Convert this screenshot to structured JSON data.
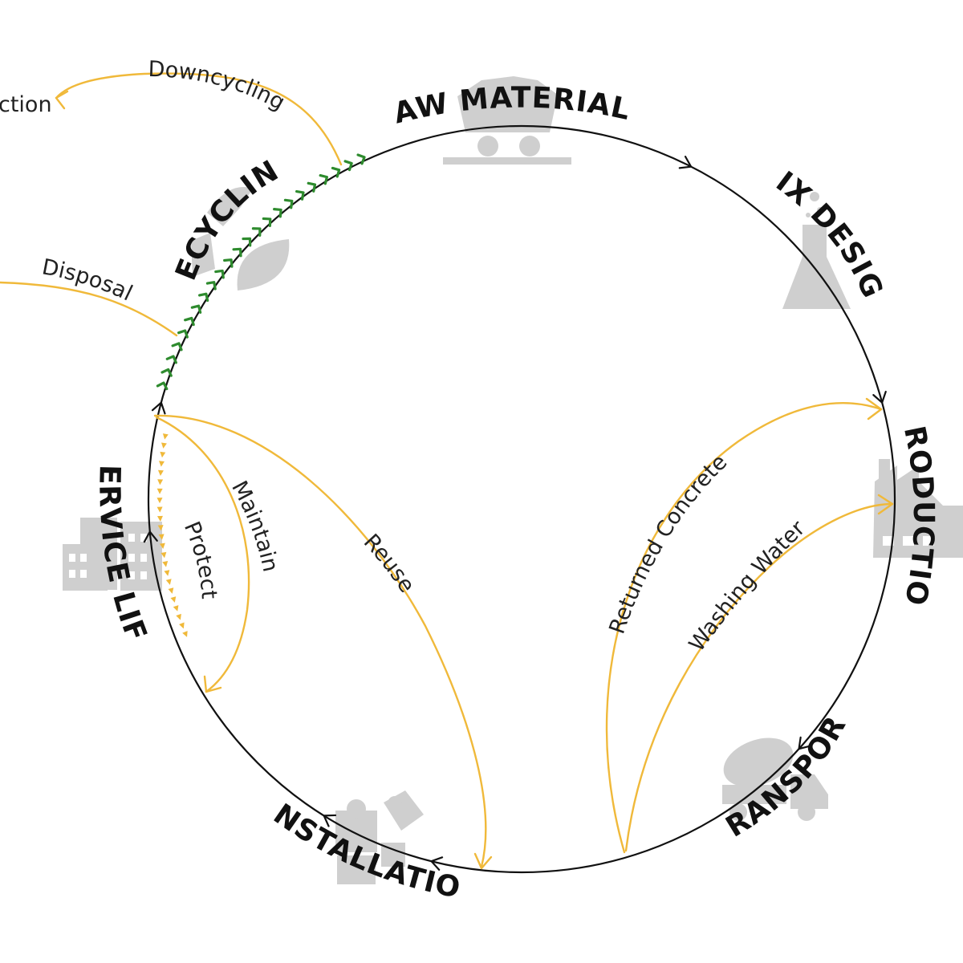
{
  "stages": {
    "raw_materials": "RAW MATERIALS",
    "mix_design": "MIX DESIGN",
    "production": "PRODUCTION",
    "transport": "TRANSPORT",
    "installation": "INSTALLATION",
    "service_life": "SERVICE LIFE",
    "recycling": "RECYCLING"
  },
  "flows": {
    "downcycling": "Downcycling",
    "downcycling_target": "ction",
    "disposal": "Disposal",
    "returned_concrete": "Returned Concrete",
    "washing_water": "Washing Water",
    "reuse": "Reuse",
    "maintain": "Maintain",
    "protect": "Protect"
  },
  "colors": {
    "cycle_line": "#111111",
    "flow_line": "#f0b93a",
    "recycling_chevrons": "#2e8b2e",
    "protect_arrows": "#f0b93a",
    "icons": "#cfcfcf"
  },
  "icons": {
    "raw_materials": "mine-cart-icon",
    "mix_design": "flask-icon",
    "production": "factory-icon",
    "transport": "mixer-truck-icon",
    "installation": "puzzle-icon",
    "service_life": "buildings-icon",
    "recycling": "recycle-leaf-icon"
  }
}
